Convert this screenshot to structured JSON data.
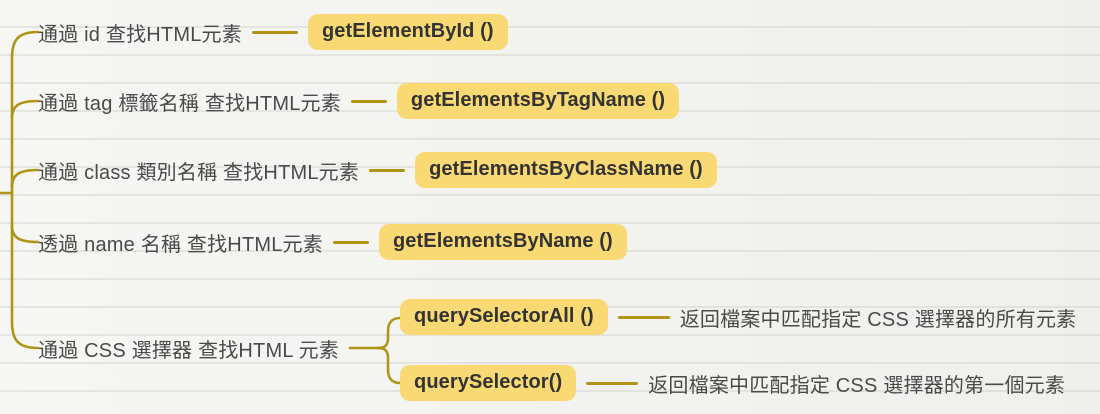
{
  "colors": {
    "line": "#b09418",
    "highlight": "#f9d973",
    "topic_text": "#4a4a4a",
    "code_text": "#333333",
    "background": "#f3f3f0"
  },
  "mindmap": {
    "branches": [
      {
        "topic": "通過 id 查找HTML元素",
        "method": "getElementById ()"
      },
      {
        "topic": "通過 tag 標籤名稱 查找HTML元素",
        "method": "getElementsByTagName ()"
      },
      {
        "topic": "通過 class 類別名稱 查找HTML元素",
        "method": "getElementsByClassName ()"
      },
      {
        "topic": "透過 name 名稱 查找HTML元素",
        "method": "getElementsByName ()"
      },
      {
        "topic": "通過 CSS 選擇器 查找HTML 元素",
        "children": [
          {
            "method": "querySelectorAll ()",
            "description": "返回檔案中匹配指定 CSS 選擇器的所有元素"
          },
          {
            "method": "querySelector()",
            "description": "返回檔案中匹配指定 CSS 選擇器的第一個元素"
          }
        ]
      }
    ]
  }
}
